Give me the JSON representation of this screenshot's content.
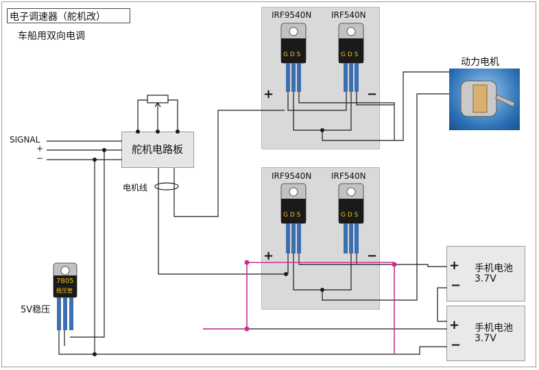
{
  "title": "电子调速器（舵机改）",
  "subtitle": "车船用双向电调",
  "inputs": {
    "signal": "SIGNAL",
    "plus": "+",
    "minus": "−"
  },
  "board_label": "舵机电路板",
  "motor_wire_label": "电机线",
  "motor_label": "动力电机",
  "regulator": {
    "part": "7805",
    "chip_text": "稳压管",
    "label": "5V稳压"
  },
  "bridge_top": {
    "p_mos": "IRF9540N",
    "n_mos": "IRF540N",
    "pins": "G D S",
    "plus": "+",
    "minus": "−"
  },
  "bridge_bottom": {
    "p_mos": "IRF9540N",
    "n_mos": "IRF540N",
    "pins": "G D S",
    "plus": "+",
    "minus": "−"
  },
  "battery1": {
    "name": "手机电池",
    "voltage": "3.7V",
    "plus": "+",
    "minus": "−"
  },
  "battery2": {
    "name": "手机电池",
    "voltage": "3.7V",
    "plus": "+",
    "minus": "−"
  },
  "colors": {
    "wire": "#1a1a1a",
    "ground_wire": "#c8308f",
    "lead": "#3c6fb0",
    "chip_body": "#1a1a1a",
    "panel": "#d9d9d9"
  }
}
